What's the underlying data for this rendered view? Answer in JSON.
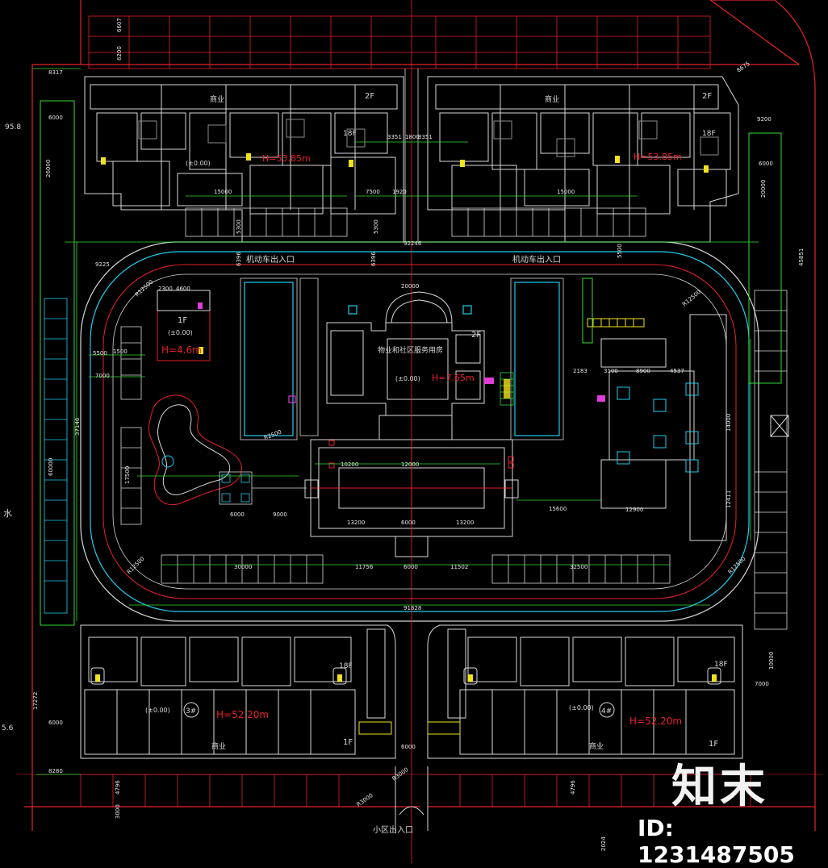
{
  "colors": {
    "background": "#000000",
    "red": "#e8202a",
    "white": "#e6e6e6",
    "green": "#33dd33",
    "cyan": "#22ccee",
    "yellow": "#f2e21b",
    "magenta": "#e03ad8",
    "gray": "#8a8a8a",
    "blue": "#3d6bff"
  },
  "labels": {
    "entrance_top_left": "机动车出入口",
    "entrance_top_right": "机动车出入口",
    "entrance_bottom": "小区出入口",
    "commerce_top_left": "商业",
    "commerce_top_right": "商业",
    "commerce_bottom_left": "商业",
    "commerce_bottom_right": "商业",
    "floor_2f_left": "2F",
    "floor_2f_right": "2F",
    "floor_18f_top_left": "18F",
    "floor_18f_top_right": "18F",
    "floor_18f_bottom_left": "18F",
    "floor_18f_bottom_right": "18F",
    "floor_1f_bottom_left": "1F",
    "floor_1f_bottom_right": "1F",
    "height_top_left": "H=53.85m",
    "height_top_right": "H=53.85m",
    "height_bottom_left": "H=52.20m",
    "height_bottom_right": "H=52.20m",
    "pavilion_floor": "1F",
    "pavilion_level": "(±0.00)",
    "pavilion_height": "H=4.6m",
    "clubhouse_name": "物业和社区服务用房",
    "clubhouse_level": "(±0.00)",
    "clubhouse_height": "H=7.65m",
    "clubhouse_floor": "2F",
    "level_tl": "(±0.00)",
    "level_bl": "(±0.00)",
    "level_br": "(±0.00)",
    "bldg_num_3": "3#",
    "bldg_num_4": "4#",
    "water_mark": "水",
    "edge_95_8": "95.8",
    "edge_5_6": "5.6"
  },
  "dimensions": {
    "d_6200": "6200",
    "d_6607": "6607",
    "d_8317": "8317",
    "d_6000_l": "6000",
    "d_26000": "26000",
    "d_9225": "9225",
    "d_92246": "92246",
    "d_6396a": "6396",
    "d_6396b": "6396",
    "d_5500a": "5500",
    "d_15000a": "15000",
    "d_15000b": "15000",
    "d_7500": "7500",
    "d_1920": "1920",
    "d_1800": "1800",
    "d_3351a": "3351",
    "d_3351b": "3351",
    "d_5300a": "5300",
    "d_5300b": "5300",
    "d_20000": "20000",
    "d_R12500a": "R12500",
    "d_R12500b": "R12500",
    "d_R12500c": "R12500",
    "d_R12500d": "R12500",
    "d_2300": "2300",
    "d_4600": "4600",
    "d_5500b": "5500",
    "d_1500": "1500",
    "d_7000": "7000",
    "d_37146": "37146",
    "d_60000": "60000",
    "d_17500": "17500",
    "d_R2500": "R2500",
    "d_6000b": "6000",
    "d_9000": "9000",
    "d_10200": "10200",
    "d_12000": "12000",
    "d_13200a": "13200",
    "d_13200b": "13200",
    "d_6000c": "6000",
    "d_15600": "15600",
    "d_12900": "12900",
    "d_2183": "2183",
    "d_3100": "3100",
    "d_8900": "8900",
    "d_4537": "4537",
    "d_14000": "14000",
    "d_12411": "12411",
    "d_30000": "30000",
    "d_11756": "11756",
    "d_6000d": "6000",
    "d_11502": "11502",
    "d_32500": "32500",
    "d_91828": "91828",
    "d_9200": "9200",
    "d_6000e": "6000",
    "d_20000b": "20000",
    "d_45851": "45851",
    "d_10000": "10000",
    "d_7000b": "7000",
    "d_17272": "17272",
    "d_6000f": "6000",
    "d_8280": "8280",
    "d_6000g": "6000",
    "d_R3000a": "R3000",
    "d_R3000b": "R3000",
    "d_4796a": "4796",
    "d_4796b": "4796",
    "d_3000": "3000",
    "d_8675": "8675",
    "d_2024": "2024"
  },
  "watermark": {
    "logo": "知末",
    "id": "ID: 1231487505"
  }
}
